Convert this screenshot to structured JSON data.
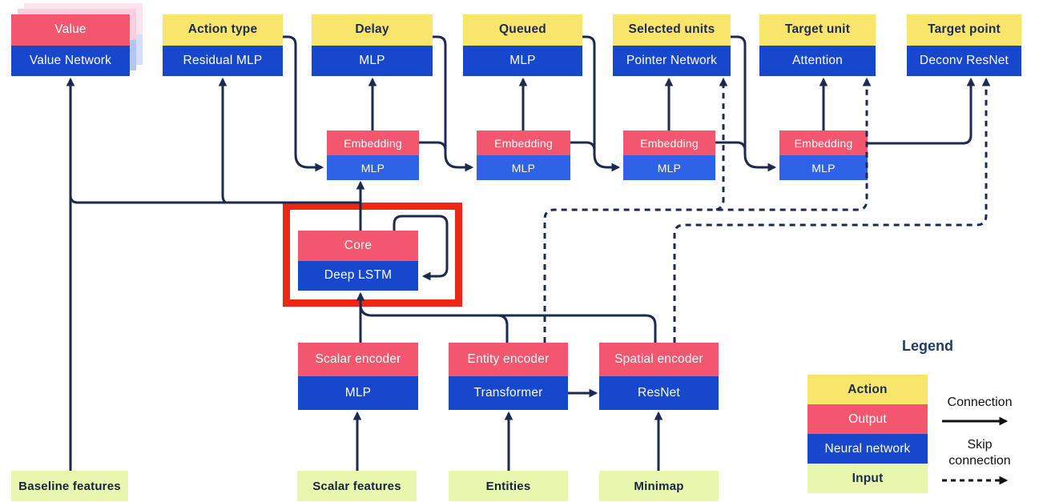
{
  "palette": {
    "yellow": "#f8e56c",
    "pink": "#f3566f",
    "blue": "#1647cd",
    "blue_light": "#2e63e7",
    "green": "#e9f6ad",
    "navy": "#1d2a4f",
    "text_navy": "#1c2b4e",
    "red": "#ee2817",
    "black": "#111111",
    "ghost_pink": "#f9cfdd",
    "ghost_pink2": "#fce4ee",
    "ghost_blue": "#b5c4f1",
    "ghost_blue2": "#d6defa"
  },
  "heads": [
    {
      "label": "Value",
      "network": "Value Network"
    },
    {
      "label": "Action type",
      "network": "Residual MLP"
    },
    {
      "label": "Delay",
      "network": "MLP"
    },
    {
      "label": "Queued",
      "network": "MLP"
    },
    {
      "label": "Selected units",
      "network": "Pointer Network"
    },
    {
      "label": "Target unit",
      "network": "Attention"
    },
    {
      "label": "Target point",
      "network": "Deconv ResNet"
    }
  ],
  "embeddings": [
    {
      "label": "Embedding",
      "network": "MLP"
    },
    {
      "label": "Embedding",
      "network": "MLP"
    },
    {
      "label": "Embedding",
      "network": "MLP"
    },
    {
      "label": "Embedding",
      "network": "MLP"
    }
  ],
  "core": {
    "label": "Core",
    "network": "Deep LSTM"
  },
  "encoders": [
    {
      "label": "Scalar encoder",
      "network": "MLP"
    },
    {
      "label": "Entity encoder",
      "network": "Transformer"
    },
    {
      "label": "Spatial encoder",
      "network": "ResNet"
    }
  ],
  "inputs": [
    {
      "label": "Baseline features"
    },
    {
      "label": "Scalar features"
    },
    {
      "label": "Entities"
    },
    {
      "label": "Minimap"
    }
  ],
  "legend": {
    "title": "Legend",
    "rows": [
      {
        "label": "Action"
      },
      {
        "label": "Output"
      },
      {
        "label": "Neural network"
      },
      {
        "label": "Input"
      }
    ],
    "connection": "Connection",
    "skip_connection": "Skip connection"
  }
}
